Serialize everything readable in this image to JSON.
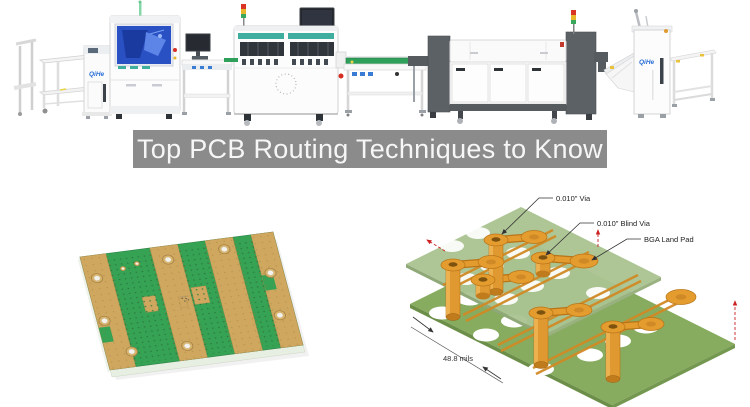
{
  "banner": {
    "title": "Top PCB Routing Techniques to Know",
    "bg_color": "#8b8b8b",
    "text_color": "#f6f6f6"
  },
  "smt_line": {
    "brand": "QiHe",
    "machines": [
      "pcb-magazine-rack",
      "magazine-loader",
      "solder-paste-printer",
      "monitor-station",
      "pick-and-place-machine",
      "linking-conveyor",
      "reflow-oven",
      "pcb-unloader"
    ]
  },
  "pcb_photo": {
    "solder_mask_color": "#36a254",
    "copper_gold_color": "#cfa75f"
  },
  "via_diagram": {
    "labels": {
      "via": "0.010\" Via",
      "blind_via": "0.010\" Blind Via",
      "bga_pad": "BGA Land Pad",
      "dimension": "48.8 mils"
    },
    "colors": {
      "copper": "#e49c2f",
      "top_layer": "#abc492",
      "bottom_layer": "#87ab5f",
      "accent_dashed": "#cc2222"
    }
  }
}
